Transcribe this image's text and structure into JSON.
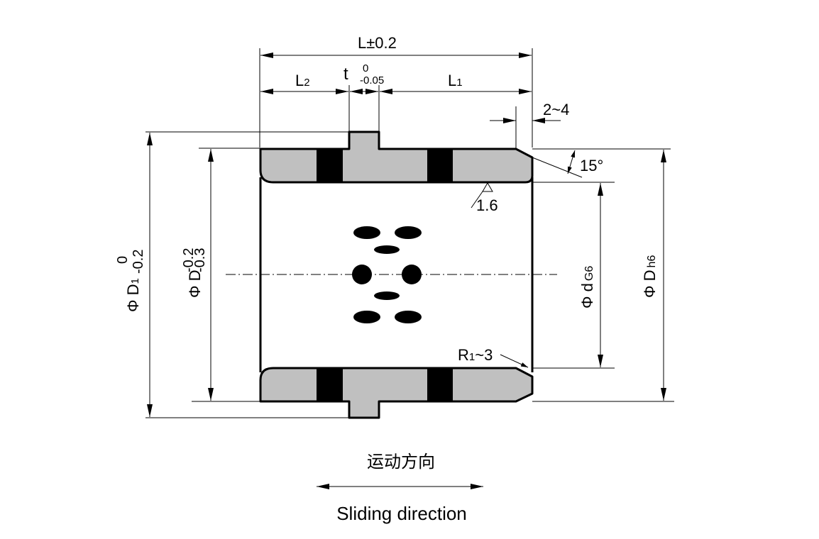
{
  "dimensions": {
    "overall_length": "L±0.2",
    "l2": "L",
    "l2_sub": "2",
    "l1": "L",
    "l1_sub": "1",
    "t": "t",
    "t_tol_upper": "0",
    "t_tol_lower": "-0.05",
    "chamfer_length": "2~4",
    "chamfer_angle": "15°",
    "roughness": "1.6",
    "radius": "R",
    "radius_sub": "1",
    "radius_range": "~3",
    "flange_diameter": "Φ D",
    "flange_diameter_sub": "1",
    "flange_tol_upper": "0",
    "flange_tol_lower": "-0.2",
    "body_diameter": "Φ D",
    "body_tol_upper": "-0.2",
    "body_tol_lower": "-0.3",
    "inner_diameter": "Φ d",
    "inner_fit": "G6",
    "outer_diameter": "Φ D",
    "outer_fit": "h6"
  },
  "direction": {
    "label_cn": "运动方向",
    "label_en": "Sliding direction"
  }
}
